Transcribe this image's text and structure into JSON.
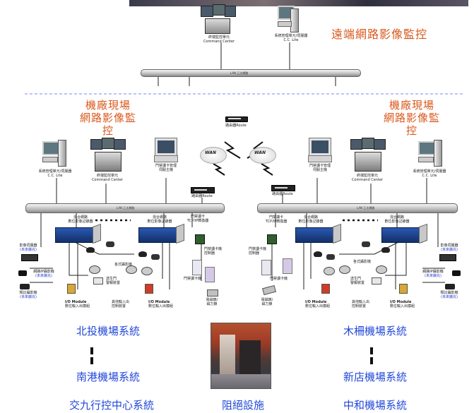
{
  "region_titles": {
    "remote": "遠端網路影像監控",
    "left_site": [
      "機廠現場",
      "網路影像監控"
    ],
    "right_site": [
      "機廠現場",
      "網路影像監控"
    ]
  },
  "remote": {
    "command_center": [
      "終端監控單元",
      "Command Center"
    ],
    "cc_lite": [
      "系統管理單元/伺服器",
      "C.C. Lite"
    ],
    "lan_label": "LAN 乙太網路"
  },
  "router_top": "路由器Route",
  "wan": "WAN",
  "left": {
    "server": [
      "系統管理單元/伺服器",
      "C.C. Lite"
    ],
    "command_center": [
      "終端監控單元",
      "Command Center"
    ],
    "access_host": [
      "門禁讀卡管理",
      "伺服主機"
    ],
    "router": "路由器Route",
    "lan_label": "LAN 乙太網路",
    "dvr1": [
      "混合網路",
      "數位影像記錄器"
    ],
    "dvr2": [
      "混合網路",
      "數位影像記錄器"
    ],
    "access_tcp": [
      "門禁讀卡",
      "TCP/IP轉換器"
    ],
    "cam_server": [
      "影像伺服器",
      "(未來擴充)"
    ],
    "ip_cam": [
      "網路IP攝影機",
      "(未來擴充)"
    ],
    "analog_cam": [
      "類比攝影機",
      "(未來擴充)"
    ],
    "cameras": "各式攝影機",
    "gate": [
      "送生門",
      "警報裝置"
    ],
    "card_ctrl": [
      "門禁讀卡機",
      "控制器"
    ],
    "card_reader": "門禁讀卡機",
    "io1": [
      "I/O Module",
      "數位輸入出模組"
    ],
    "io2": [
      "I/O Module",
      "數位輸入出模組"
    ],
    "other_io": [
      "其他輸入出",
      "控制裝置"
    ],
    "lock": [
      "電磁鎖/",
      "磁力鎖"
    ]
  },
  "right": {
    "server": [
      "系統管理單元/伺服器",
      "C.C. Lite"
    ],
    "command_center": [
      "終端監控單元",
      "Command Center"
    ],
    "access_host": [
      "門禁讀卡管理",
      "伺服主機"
    ],
    "router": "路由器Route",
    "lan_label": "LAN 乙太網路",
    "dvr1": [
      "混合網路",
      "數位影像記錄器"
    ],
    "dvr2": [
      "混合網路",
      "數位影像記錄器"
    ],
    "access_tcp": [
      "門禁讀卡",
      "TCP/IP轉換器"
    ],
    "cam_server": [
      "影像伺服器",
      "(未來擴充)"
    ],
    "ip_cam": [
      "網路IP攝影機",
      "(未來擴充)"
    ],
    "analog_cam": [
      "類比攝影機",
      "(未來擴充)"
    ],
    "cameras": "各式攝影機",
    "gate": [
      "送生門",
      "警報裝置"
    ],
    "card_ctrl": [
      "門禁讀卡機",
      "控制器"
    ],
    "card_reader": "門禁讀卡機",
    "io1": [
      "I/O Module",
      "數位輸入出模組"
    ],
    "io2": [
      "I/O Module",
      "數位輸入出模組"
    ],
    "other_io": [
      "其他輸入出",
      "控制裝置"
    ],
    "lock": [
      "電磁鎖/",
      "磁力鎖"
    ]
  },
  "bottom": {
    "left": [
      "北投機場系統",
      "南港機場系統",
      "交九行控中心系統"
    ],
    "center": "阻絕設施",
    "right": [
      "木柵機場系統",
      "新店機場系統",
      "中和機場系統"
    ]
  },
  "colors": {
    "title_orange": "#d9581c",
    "title_blue": "#2147d8",
    "dashed_divider": "#7d86ff",
    "dvr_blue": "#1d3f8f"
  }
}
